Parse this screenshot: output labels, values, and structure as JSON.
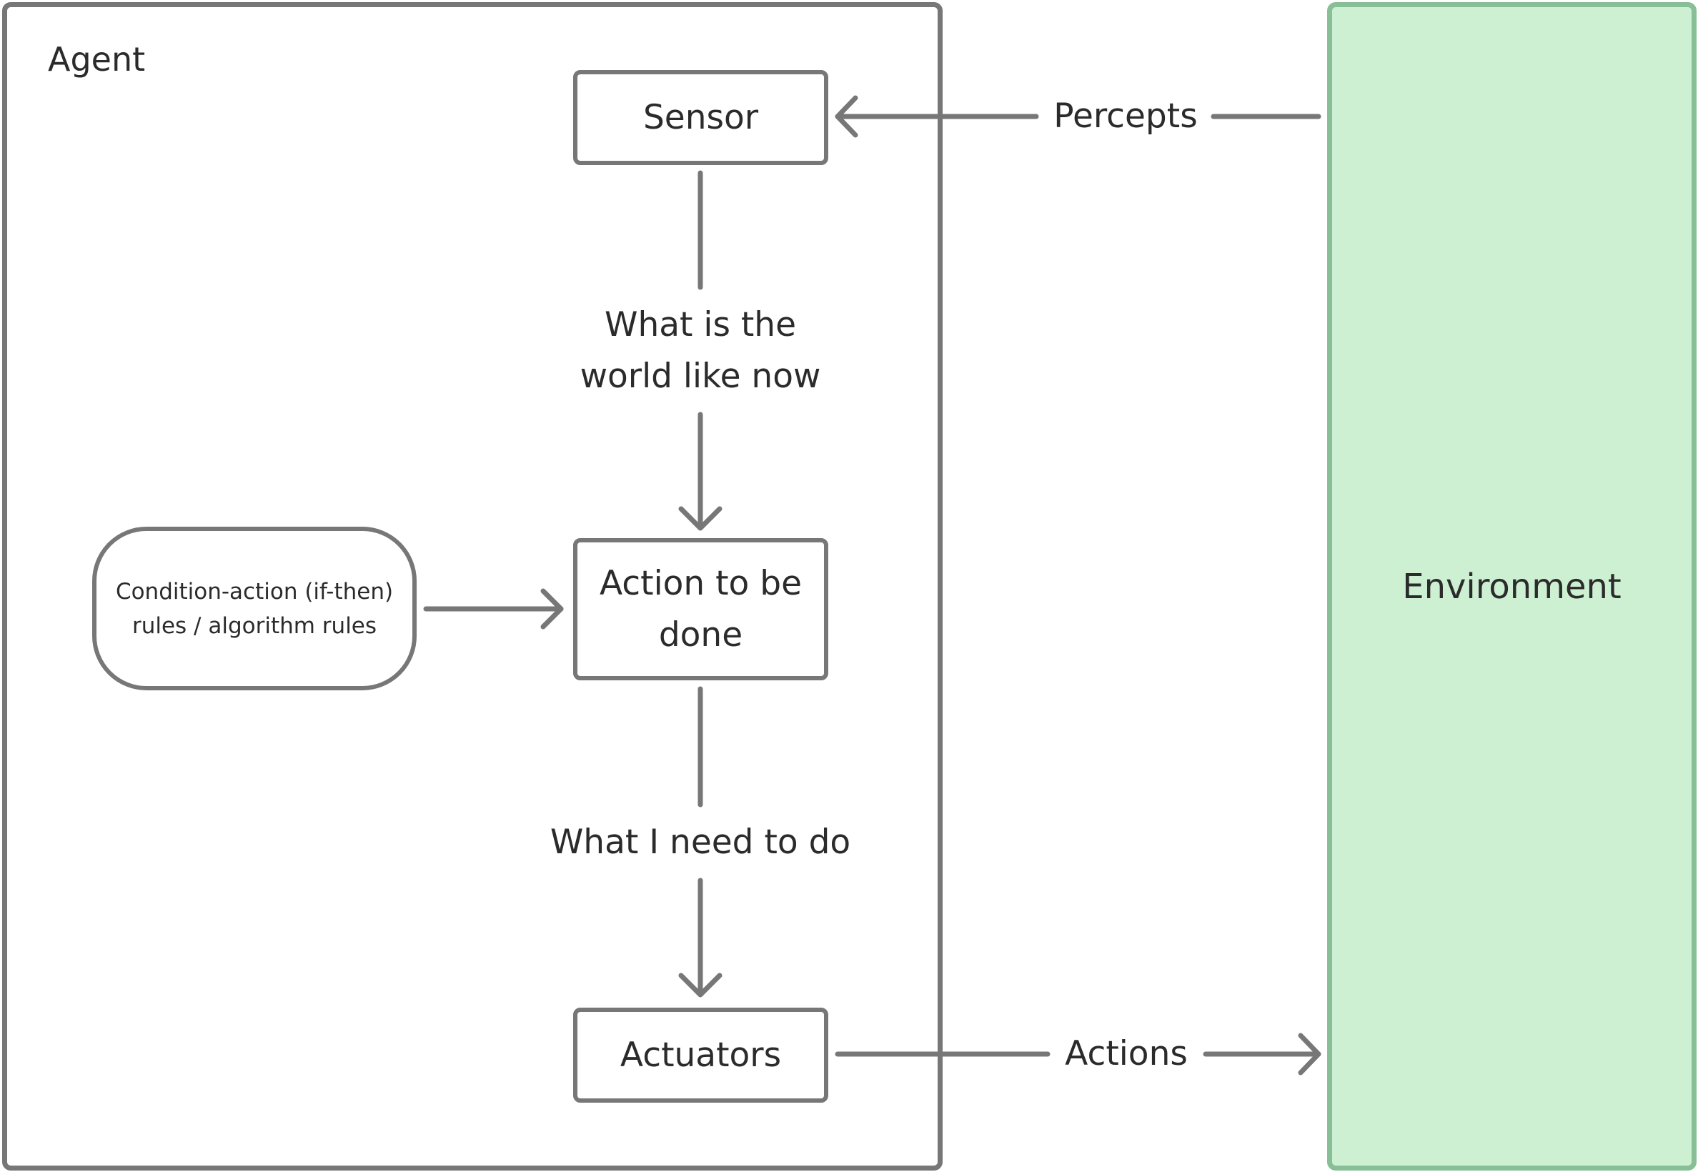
{
  "diagram": {
    "agent": {
      "label": "Agent"
    },
    "environment": {
      "label": "Environment"
    },
    "nodes": {
      "sensor": "Sensor",
      "action": "Action to be done",
      "actuators": "Actuators",
      "rules": "Condition-action (if-then) rules / algorithm rules"
    },
    "edges": {
      "percepts": "Percepts",
      "world_now": "What is the world like now",
      "need_to_do": "What I need to do",
      "actions": "Actions"
    }
  }
}
